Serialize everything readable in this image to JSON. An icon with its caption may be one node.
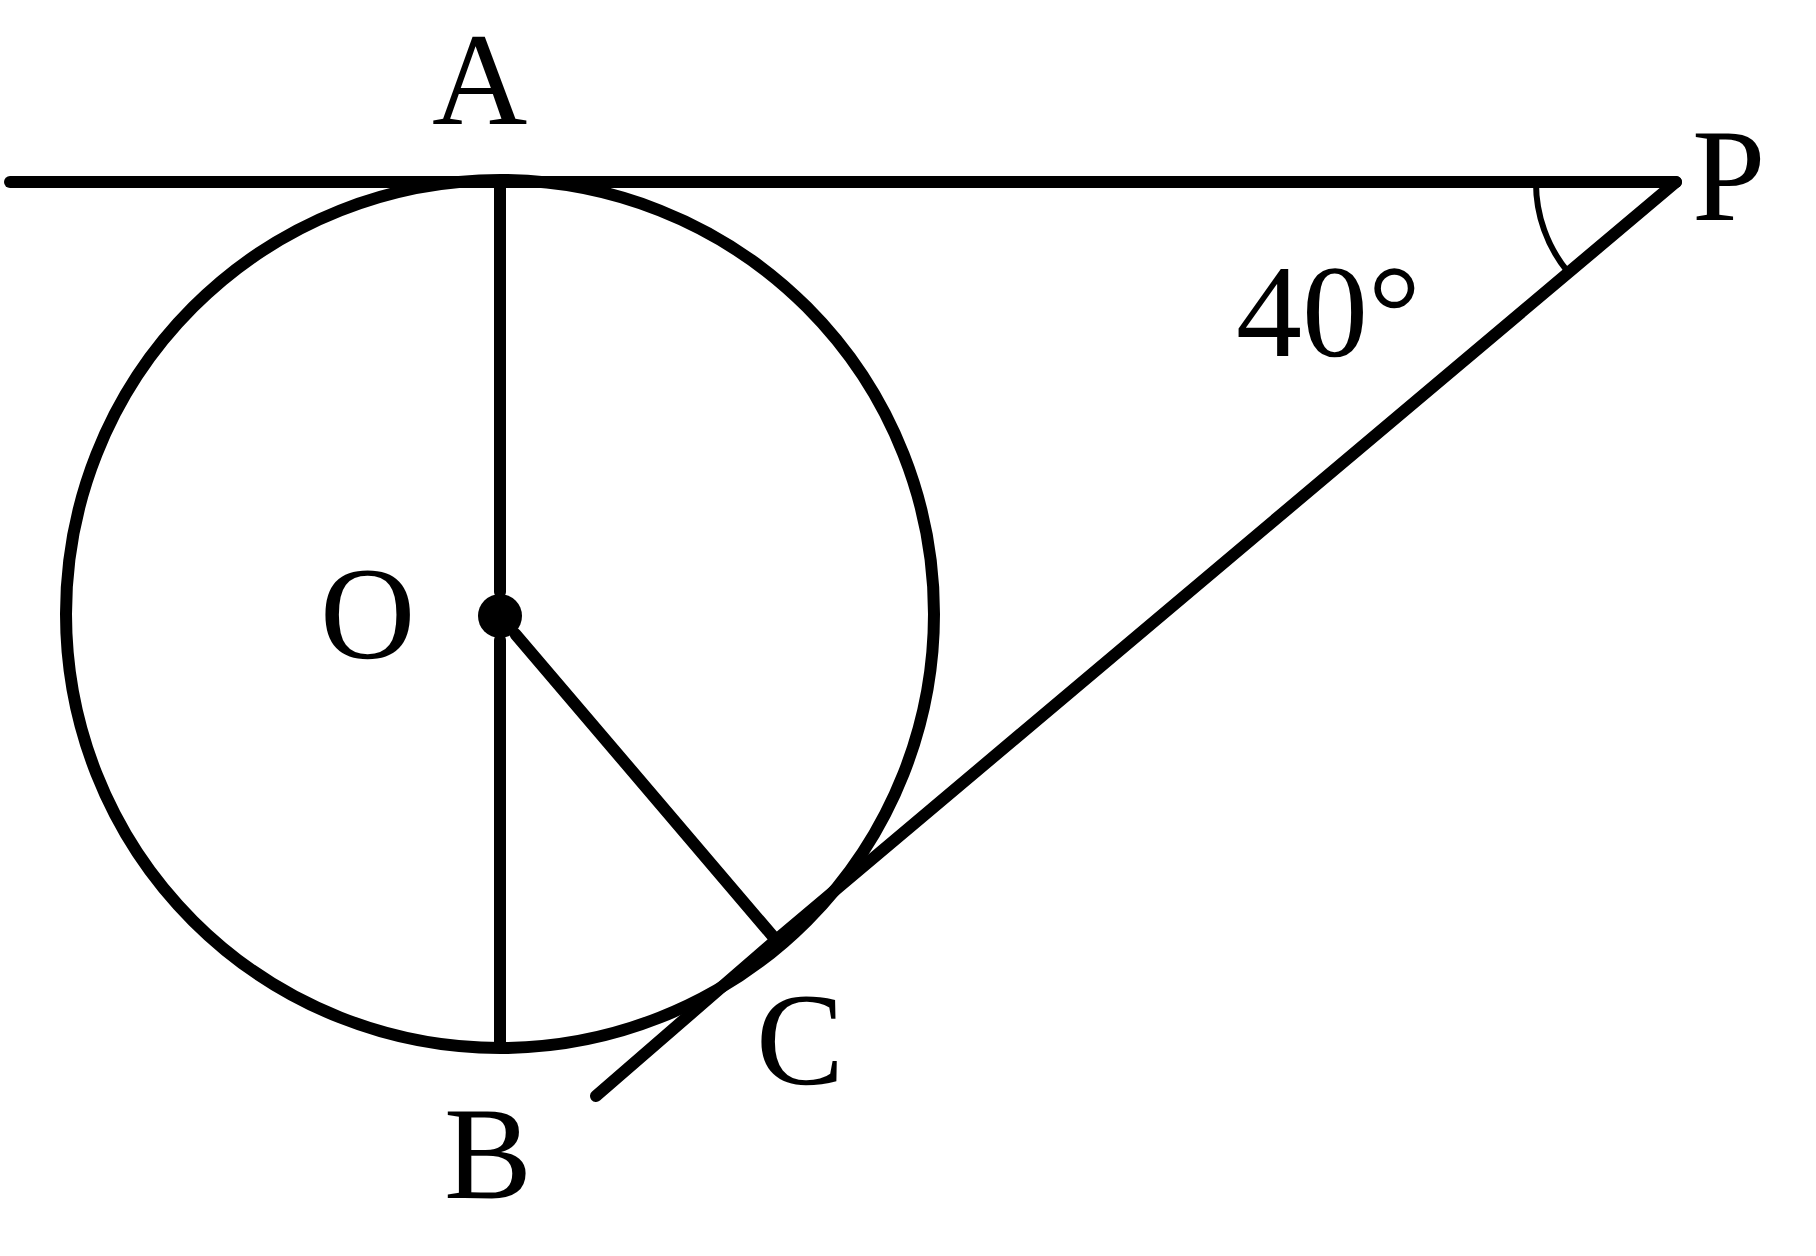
{
  "diagram": {
    "nodes": [
      {
        "text": [
          "A"
        ]
      },
      {
        "text": [
          "O"
        ]
      },
      {
        "text": [
          "B"
        ]
      },
      {
        "text": [
          "C"
        ]
      },
      {
        "text": [
          "P"
        ]
      }
    ],
    "edges": [
      {
        "from": null,
        "to": 0,
        "arrow": "none"
      },
      {
        "from": 0,
        "to": 4,
        "arrow": "none"
      },
      {
        "from": 0,
        "to": 1,
        "arrow": "none"
      },
      {
        "from": 1,
        "to": 2,
        "arrow": "none"
      },
      {
        "from": 1,
        "to": 3,
        "arrow": "none"
      },
      {
        "from": 4,
        "to": 3,
        "arrow": "none"
      },
      {
        "from": 3,
        "to": null,
        "arrow": "none"
      }
    ],
    "labels": [
      "40°"
    ]
  }
}
